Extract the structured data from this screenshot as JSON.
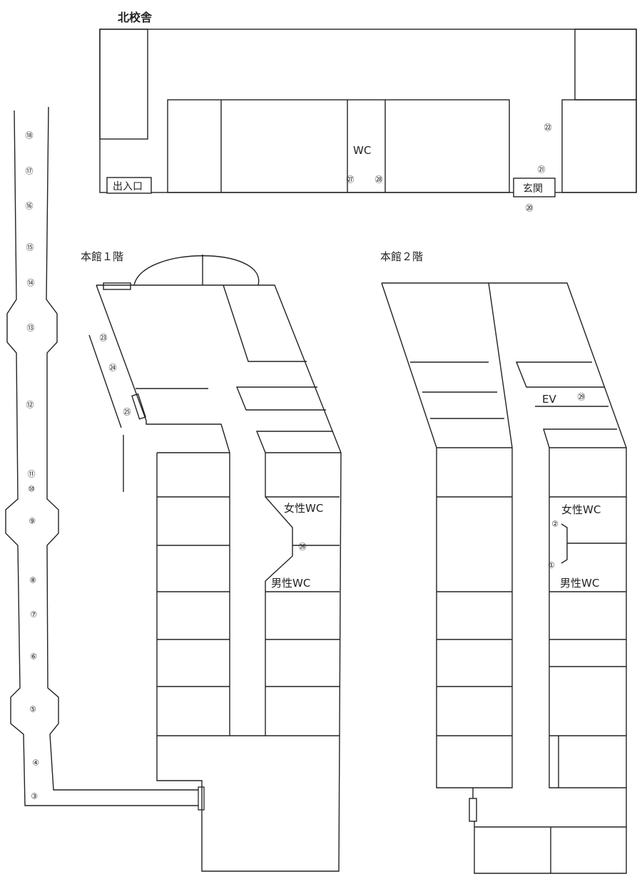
{
  "north_building": {
    "title": "北校舎",
    "wc_label": "WC",
    "exit_label": "出入口",
    "entrance_label": "玄関",
    "markers": [
      "⑳",
      "㉑",
      "㉒",
      "㉗",
      "㉘"
    ]
  },
  "main_1f": {
    "title": "本館１階",
    "womens_wc": "女性WC",
    "mens_wc": "男性WC",
    "markers": [
      "㉓",
      "㉔",
      "㉕",
      "㉖"
    ]
  },
  "main_2f": {
    "title": "本館２階",
    "ev_label": "EV",
    "womens_wc": "女性WC",
    "mens_wc": "男性WC",
    "markers": [
      "①",
      "②",
      "㉙"
    ]
  },
  "route": {
    "markers": [
      "⑱",
      "⑰",
      "⑯",
      "⑮",
      "⑭",
      "⑬",
      "⑫",
      "⑪",
      "⑩",
      "⑨",
      "⑧",
      "⑦",
      "⑥",
      "⑤",
      "④",
      "③"
    ]
  }
}
